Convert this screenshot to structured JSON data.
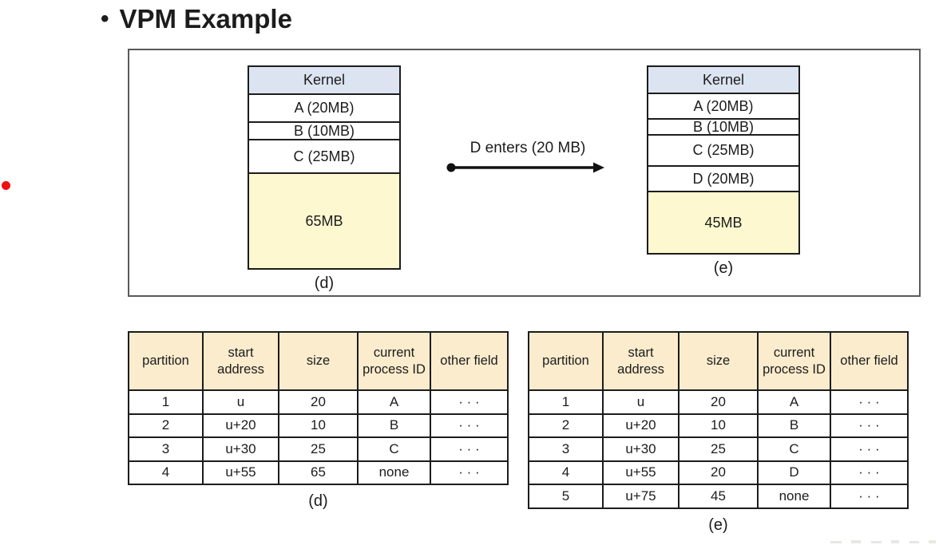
{
  "slide": {
    "bullet_glyph": "•",
    "title": "VPM Example"
  },
  "figure": {
    "transition": {
      "label": "D enters (20 MB)"
    },
    "diagrams": [
      {
        "caption": "(d)",
        "blocks": [
          {
            "text": "Kernel",
            "kind": "kernel",
            "h": 33
          },
          {
            "text": "A (20MB)",
            "kind": "process",
            "h": 35
          },
          {
            "text": "B (10MB)",
            "kind": "process",
            "h": 22
          },
          {
            "text": "C (25MB)",
            "kind": "process",
            "h": 42
          },
          {
            "text": "65MB",
            "kind": "free",
            "h": 120
          }
        ]
      },
      {
        "caption": "(e)",
        "blocks": [
          {
            "text": "Kernel",
            "kind": "kernel",
            "h": 32
          },
          {
            "text": "A (20MB)",
            "kind": "process",
            "h": 32
          },
          {
            "text": "B (10MB)",
            "kind": "process",
            "h": 20
          },
          {
            "text": "C (25MB)",
            "kind": "process",
            "h": 39
          },
          {
            "text": "D (20MB)",
            "kind": "process",
            "h": 32
          },
          {
            "text": "45MB",
            "kind": "free",
            "h": 78
          }
        ]
      }
    ]
  },
  "tables": [
    {
      "caption": "(d)",
      "headers": [
        "partition",
        "start address",
        "size",
        "current process ID",
        "other field"
      ],
      "rows": [
        [
          "1",
          "u",
          "20",
          "A",
          "· · ·"
        ],
        [
          "2",
          "u+20",
          "10",
          "B",
          "· · ·"
        ],
        [
          "3",
          "u+30",
          "25",
          "C",
          "· · ·"
        ],
        [
          "4",
          "u+55",
          "65",
          "none",
          "· · ·"
        ]
      ]
    },
    {
      "caption": "(e)",
      "headers": [
        "partition",
        "start address",
        "size",
        "current process ID",
        "other field"
      ],
      "rows": [
        [
          "1",
          "u",
          "20",
          "A",
          "· · ·"
        ],
        [
          "2",
          "u+20",
          "10",
          "B",
          "· · ·"
        ],
        [
          "3",
          "u+30",
          "25",
          "C",
          "· · ·"
        ],
        [
          "4",
          "u+55",
          "20",
          "D",
          "· · ·"
        ],
        [
          "5",
          "u+75",
          "45",
          "none",
          "· · ·"
        ]
      ]
    }
  ],
  "colors": {
    "kernel_fill": "#dce4f1",
    "free_fill": "#fdf8cf",
    "table_header_fill": "#fbeccd",
    "pointer_dot_red": "#f01010",
    "line_dark": "#1c1c1c",
    "figure_border_gray": "#595959"
  }
}
